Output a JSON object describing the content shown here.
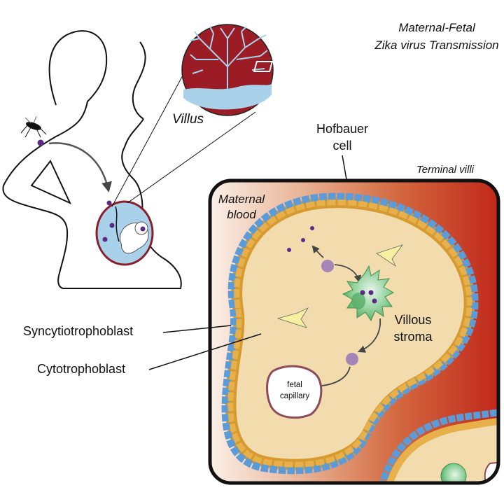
{
  "title": {
    "line1": "Maternal-Fetal",
    "line2": "Zika virus Transmission"
  },
  "labels": {
    "villus": "Villus",
    "hofbauer_line1": "Hofbauer",
    "hofbauer_line2": "cell",
    "terminal_villi": "Terminal villi",
    "maternal_line1": "Maternal",
    "maternal_line2": "blood",
    "villous_line1": "Villous",
    "villous_line2": "stroma",
    "syncytiotrophoblast": "Syncytiotrophoblast",
    "cytotrophoblast": "Cytotrophoblast",
    "fetal_line1": "fetal",
    "fetal_line2": "capillary"
  },
  "colors": {
    "villus_red": "#9b1c24",
    "light_blue": "#a9d1ea",
    "syncytio_blue": "#5b9bd8",
    "cyto_orange": "#e7b04a",
    "stroma_beige": "#f2dcae",
    "virus_purple": "#5a2a8a",
    "hofbauer_green": "#7cc48a",
    "blood_red": "#c0301f"
  },
  "icons": {
    "mosquito": "mosquito-icon",
    "virus": "virus-particle-icon",
    "fetus": "fetus-icon",
    "hofbauer": "hofbauer-cell-icon",
    "fibroblast": "fibroblast-cell-icon"
  }
}
